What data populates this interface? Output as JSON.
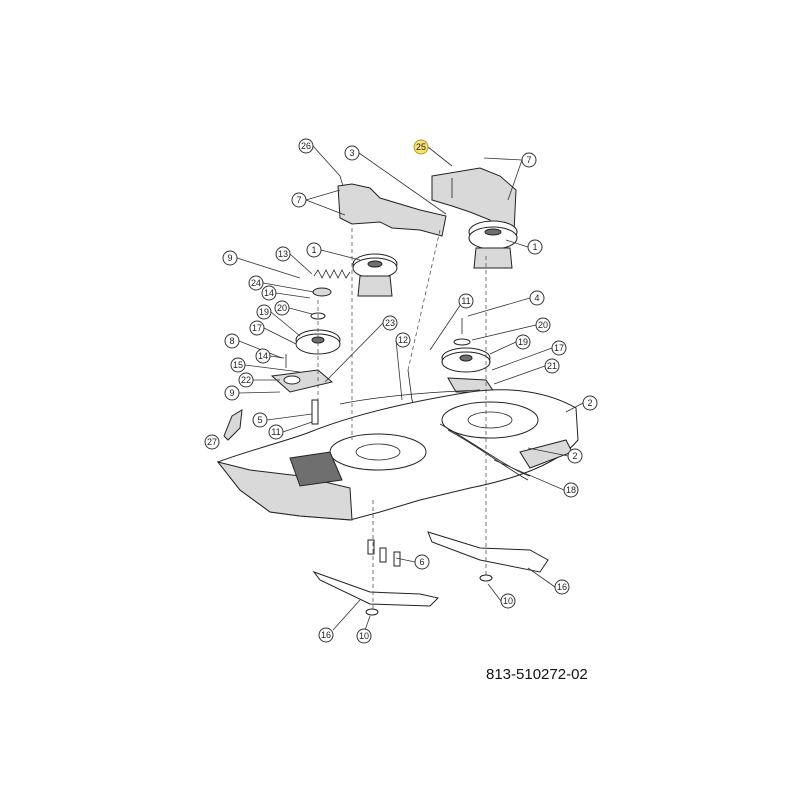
{
  "callouts": [
    {
      "label": "26",
      "highlight": false
    },
    {
      "label": "3",
      "highlight": false
    },
    {
      "label": "25",
      "highlight": true
    },
    {
      "label": "7",
      "highlight": false
    },
    {
      "label": "7",
      "highlight": false
    },
    {
      "label": "1",
      "highlight": false
    },
    {
      "label": "1",
      "highlight": false
    },
    {
      "label": "9",
      "highlight": false
    },
    {
      "label": "13",
      "highlight": false
    },
    {
      "label": "24",
      "highlight": false
    },
    {
      "label": "14",
      "highlight": false
    },
    {
      "label": "20",
      "highlight": false
    },
    {
      "label": "19",
      "highlight": false
    },
    {
      "label": "17",
      "highlight": false
    },
    {
      "label": "8",
      "highlight": false
    },
    {
      "label": "14",
      "highlight": false
    },
    {
      "label": "15",
      "highlight": false
    },
    {
      "label": "22",
      "highlight": false
    },
    {
      "label": "9",
      "highlight": false
    },
    {
      "label": "5",
      "highlight": false
    },
    {
      "label": "11",
      "highlight": false
    },
    {
      "label": "27",
      "highlight": false
    },
    {
      "label": "23",
      "highlight": false
    },
    {
      "label": "12",
      "highlight": false
    },
    {
      "label": "11",
      "highlight": false
    },
    {
      "label": "4",
      "highlight": false
    },
    {
      "label": "20",
      "highlight": false
    },
    {
      "label": "19",
      "highlight": false
    },
    {
      "label": "17",
      "highlight": false
    },
    {
      "label": "21",
      "highlight": false
    },
    {
      "label": "2",
      "highlight": false
    },
    {
      "label": "2",
      "highlight": false
    },
    {
      "label": "18",
      "highlight": false
    },
    {
      "label": "6",
      "highlight": false
    },
    {
      "label": "16",
      "highlight": false
    },
    {
      "label": "10",
      "highlight": false
    },
    {
      "label": "16",
      "highlight": false
    },
    {
      "label": "10",
      "highlight": false
    }
  ],
  "part_number": "813-510272-02",
  "colors": {
    "highlight": "#f6e27a"
  }
}
